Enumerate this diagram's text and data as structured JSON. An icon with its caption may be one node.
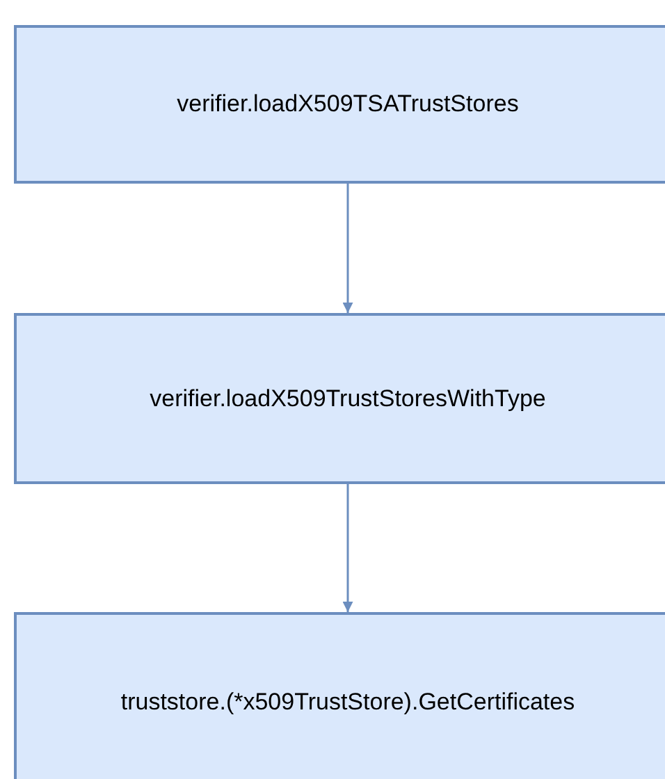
{
  "diagram": {
    "nodes": [
      {
        "text": [
          "verifier.loadX509TSATrustStores"
        ]
      },
      {
        "text": [
          "verifier.loadX509TrustStoresWithType"
        ]
      },
      {
        "text": [
          "truststore.(*x509TrustStore).GetCertificates"
        ]
      }
    ],
    "edges": [
      {
        "from": 0,
        "to": 1,
        "arrow": "to"
      },
      {
        "from": 1,
        "to": 2,
        "arrow": "to"
      }
    ]
  }
}
